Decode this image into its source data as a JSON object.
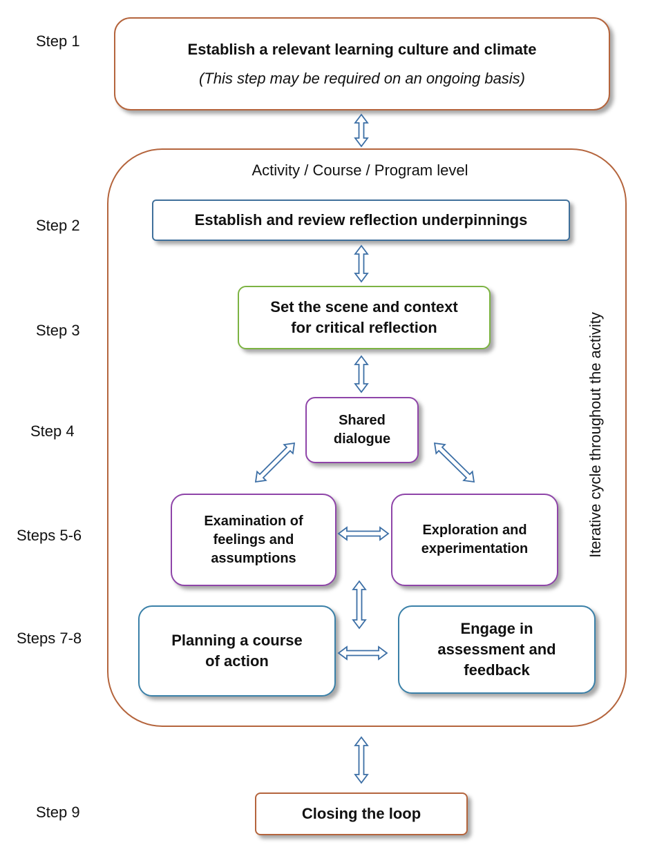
{
  "steps": {
    "s1": "Step 1",
    "s2": "Step 2",
    "s3": "Step 3",
    "s4": "Step 4",
    "s56": "Steps 5-6",
    "s78": "Steps 7-8",
    "s9": "Step 9"
  },
  "boxes": {
    "culture_title": "Establish a relevant learning culture and climate",
    "culture_note": "(This step may be required on an ongoing basis)",
    "underpinnings_l1": "Establish and review reflection  underpinnings",
    "scene_l1": "Set the scene and context",
    "scene_l2": "for critical  reflection",
    "dialogue_l1": "Shared",
    "dialogue_l2": "dialogue",
    "examination_l1": "Examination of",
    "examination_l2": "feelings and",
    "examination_l3": "assumptions",
    "exploration_l1": "Exploration and",
    "exploration_l2": "experimentation",
    "planning_l1": "Planning a course",
    "planning_l2": "of action",
    "assessment_l1": "Engage in",
    "assessment_l2": "assessment and",
    "assessment_l3": "feedback",
    "closing_l1": "Closing the loop"
  },
  "frame": {
    "level_title": "Activity / Course / Program level",
    "side_caption": "Iterative cycle throughout the activity"
  },
  "colors": {
    "brown": "#b4643c",
    "blue_arrow": "#3b6ea5",
    "green": "#7cb342",
    "purple": "#8e44a8",
    "teal": "#3a80a8"
  }
}
